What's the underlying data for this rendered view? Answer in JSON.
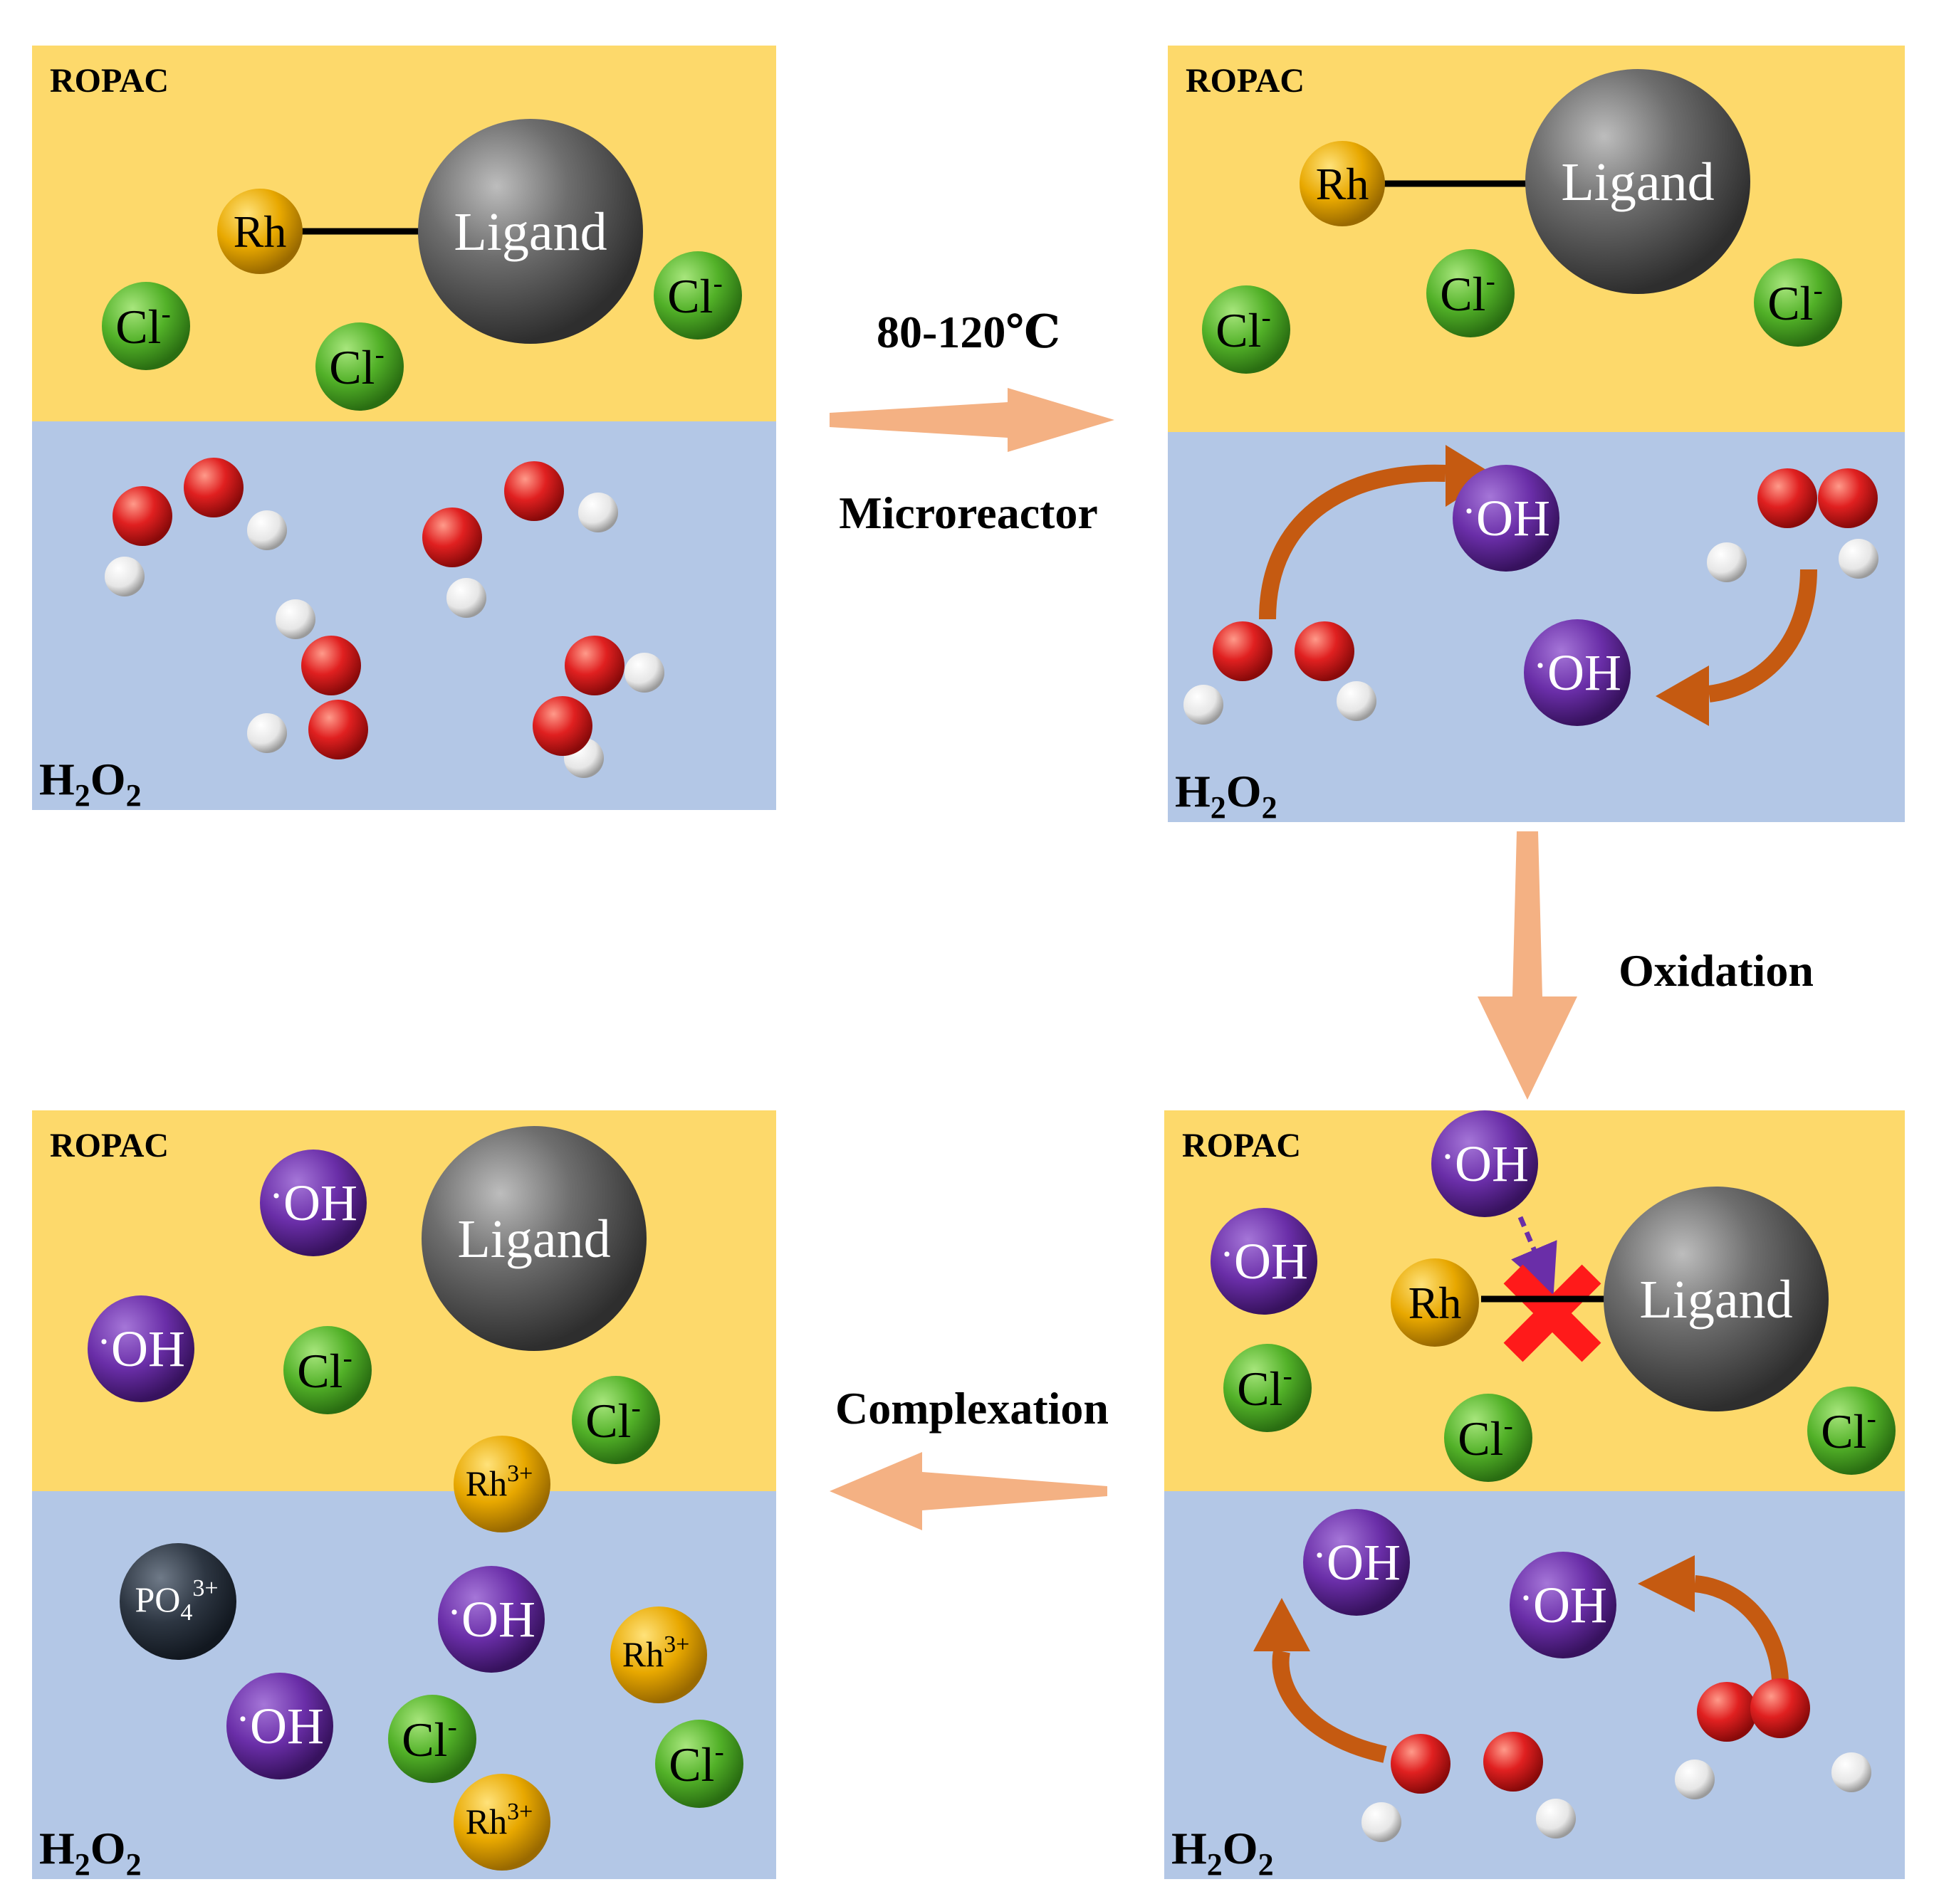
{
  "colors": {
    "organic_phase": "#fdd96b",
    "aqueous_phase": "#b3c7e6",
    "step_arrow": "#f4b183",
    "curved_arrow": "#c55a11",
    "oxygen": "#e02020",
    "hydrogen": "#f0f0f0",
    "chloride": "#5cb82e",
    "hydroxyl_radical": "#6a2ea8",
    "rhodium": "#e8a800",
    "ligand": "#606060",
    "phosphate": "#2d3642",
    "cleavage_mark": "#ff1a1a"
  },
  "labels": {
    "organic": "ROPAC",
    "aqueous_h": "H",
    "aqueous_sub": "2",
    "aqueous_o": "O",
    "ligand": "Ligand",
    "rh": "Rh",
    "cl": "Cl",
    "cl_charge": "-",
    "oh_dot": "·",
    "oh": "OH",
    "rh3": "Rh",
    "rh3_charge": "3+",
    "po4": "PO",
    "po4_sub": "4",
    "po4_charge": "3+"
  },
  "steps": {
    "temperature": "80-120℃",
    "microreactor": "Microreactor",
    "oxidation": "Oxidation",
    "complexation": "Complexation"
  }
}
